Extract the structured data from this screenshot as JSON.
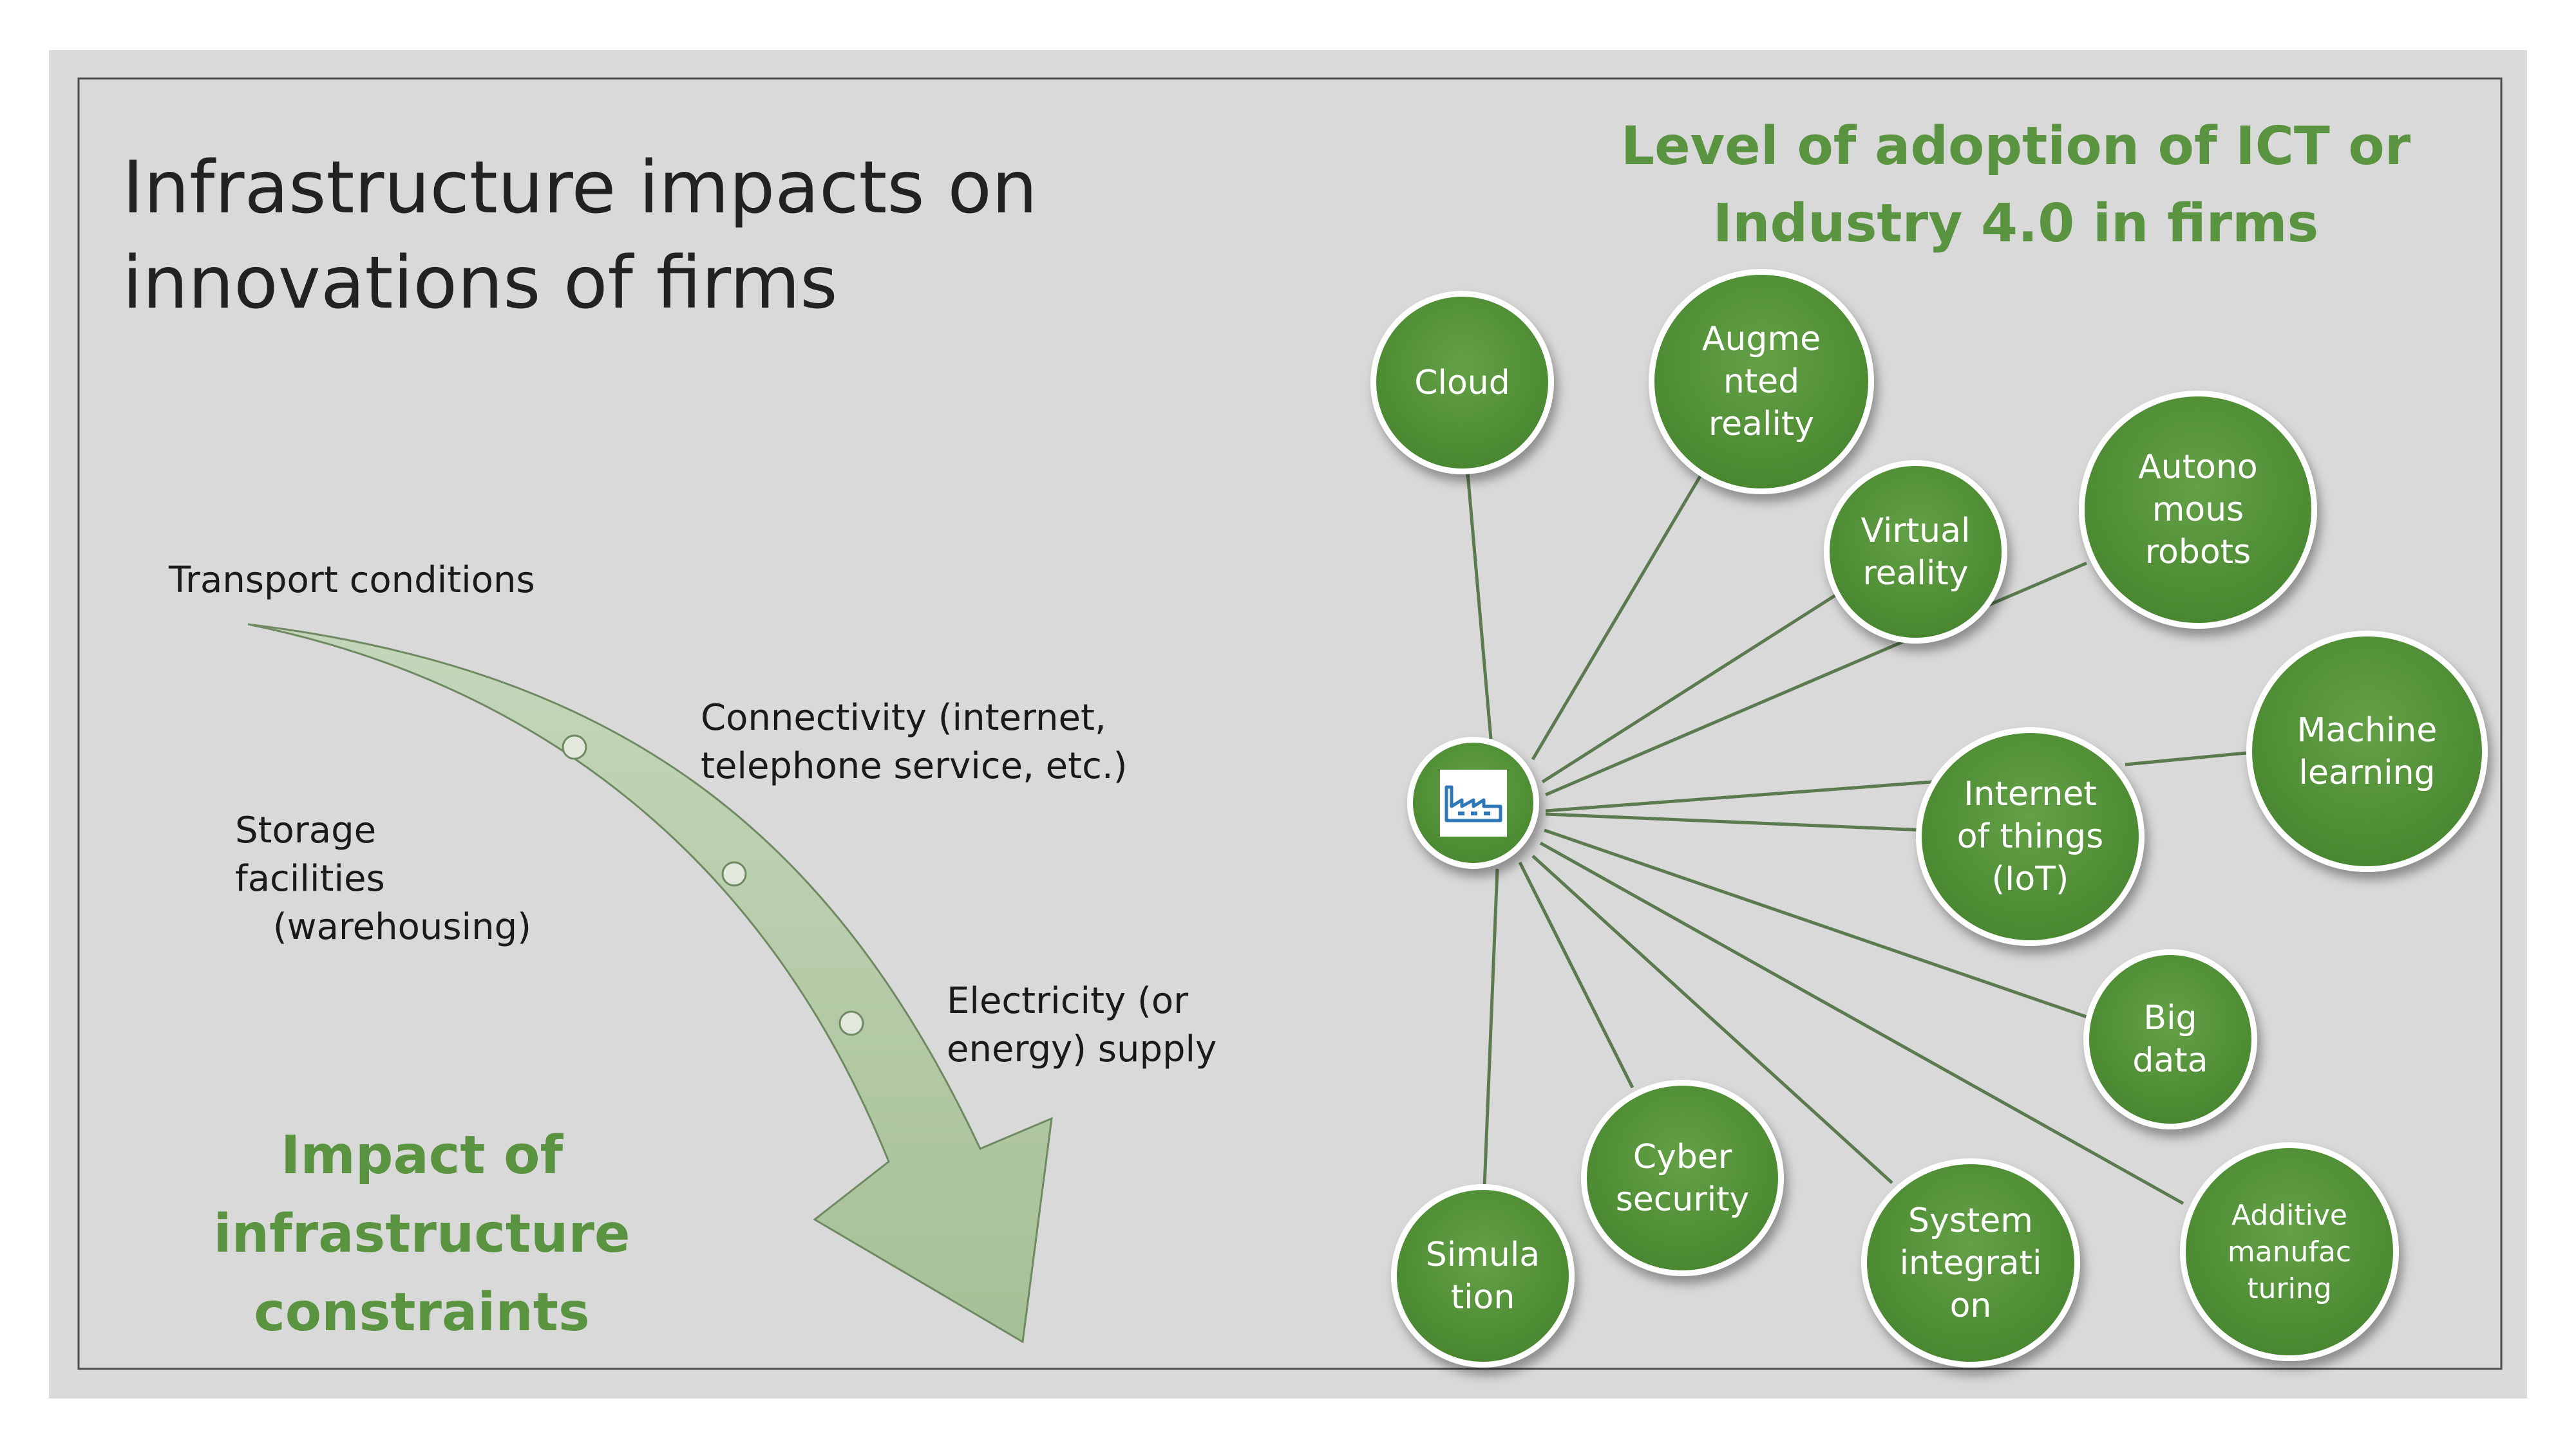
{
  "title": "Infrastructure impacts  on innovations of firms",
  "right_heading": "Level of adoption of ICT or Industry 4.0 in firms",
  "impact_heading": "Impact of infrastructure constraints",
  "infrastructure_labels": {
    "transport": "Transport conditions",
    "connectivity_line1": "Connectivity (internet,",
    "connectivity_line2": "telephone service, etc.)",
    "storage_line1": "Storage facilities",
    "storage_line2": "(warehousing)",
    "electricity_line1": "Electricity (or",
    "electricity_line2": "energy) supply"
  },
  "hub_icon": "factory-icon",
  "technologies": {
    "cloud": "Cloud",
    "augmented_reality": [
      "Augme",
      "nted",
      "reality"
    ],
    "virtual_reality": [
      "Virtual",
      "reality"
    ],
    "autonomous_robots": [
      "Autono",
      "mous",
      "robots"
    ],
    "machine_learning": [
      "Machine",
      "learning"
    ],
    "iot": [
      "Internet",
      "of things",
      "(IoT)"
    ],
    "big_data": [
      "Big",
      "data"
    ],
    "additive_manufacturing": [
      "Additive",
      "manufac",
      "turing"
    ],
    "system_integration": [
      "System",
      "integrati",
      "on"
    ],
    "cyber_security": [
      "Cyber",
      "security"
    ],
    "simulation": [
      "Simula",
      "tion"
    ]
  },
  "colors": {
    "slide_background": "#d9d9d9",
    "accent_green": "#5b9441",
    "node_green": "#4b8a32",
    "arrow_fill": "#b2c8a6",
    "connector_line": "#5c7a50"
  }
}
